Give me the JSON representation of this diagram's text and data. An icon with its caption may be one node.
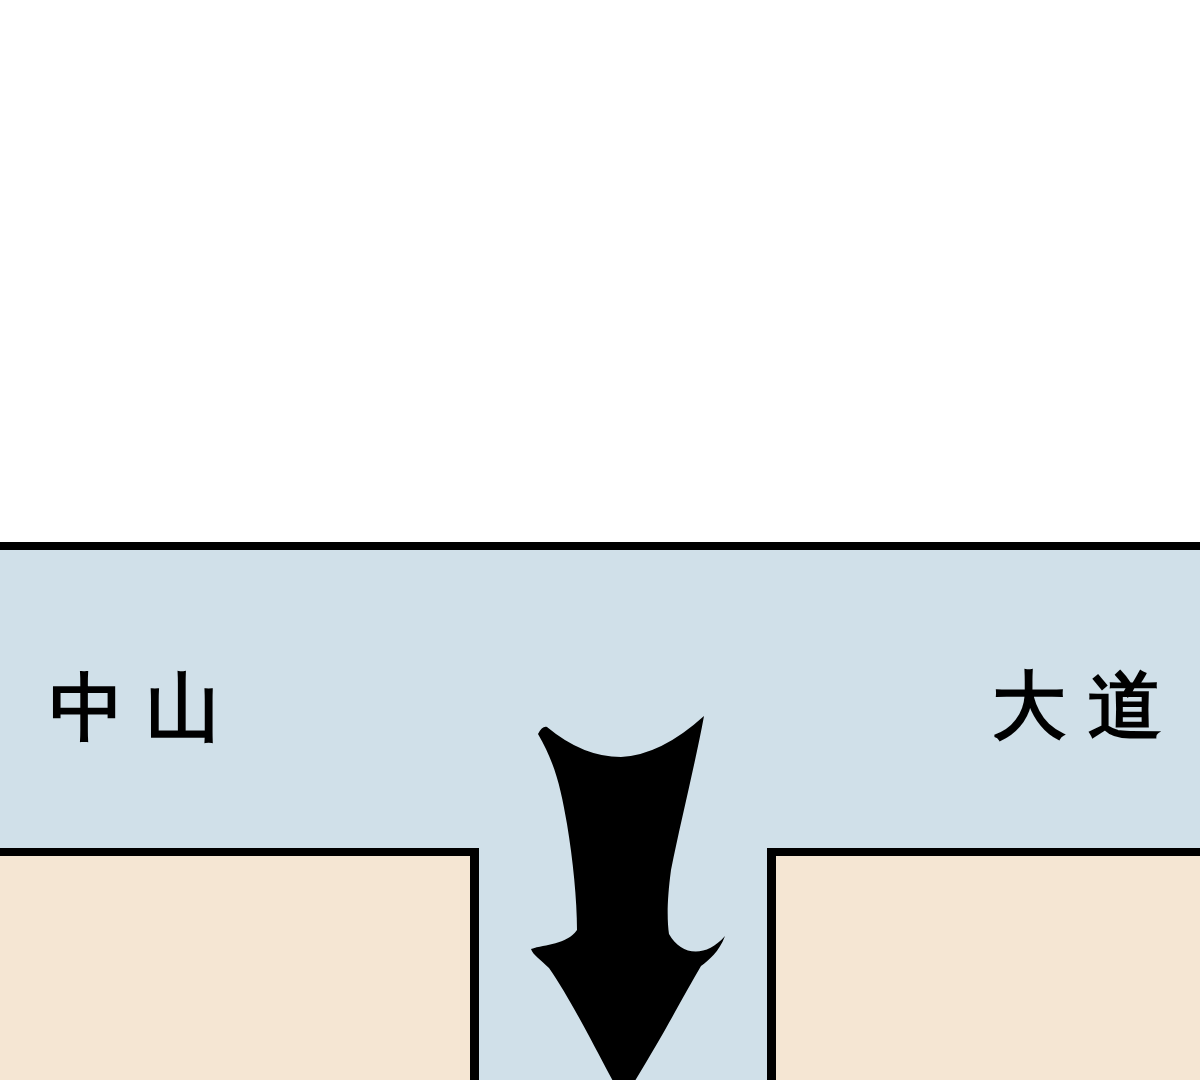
{
  "diagram": {
    "nodes": [
      {
        "text": [
          "中山",
          "大道"
        ]
      },
      {
        "text": [],
        "shape": "box"
      },
      {
        "text": [],
        "shape": "box"
      },
      {
        "text": [],
        "shape": "box"
      }
    ],
    "edges": [
      {
        "from": 0,
        "to": 2,
        "arrow": "to"
      }
    ]
  }
}
